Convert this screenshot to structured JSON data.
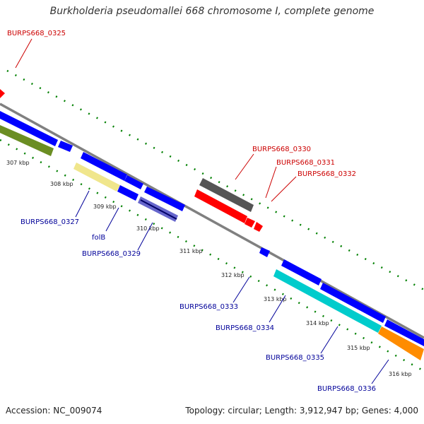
{
  "title": "Burkholderia pseudomallei 668 chromosome I, complete genome",
  "footer": {
    "accession": "Accession: NC_009074",
    "summary": "Topology: circular; Length: 3,912,947 bp; Genes: 4,000"
  },
  "colors": {
    "backbone": "#808080",
    "gene_blue": "#0000ff",
    "gene_red": "#ff0000",
    "gene_green": "#6b8e23",
    "gene_yellow": "#f0e68c",
    "gene_gray": "#696969",
    "gene_cyan": "#00cccc",
    "gene_orange": "#ff8c00",
    "tick_green": "#008000",
    "label_red": "#cc0000",
    "label_blue": "#000099"
  },
  "kbp_ticks": [
    "307 kbp",
    "308 kbp",
    "309 kbp",
    "310 kbp",
    "311 kbp",
    "312 kbp",
    "313 kbp",
    "314 kbp",
    "315 kbp",
    "316 kbp"
  ],
  "gene_labels_top": [
    "BURPS668_0325",
    "BURPS668_0330",
    "BURPS668_0331",
    "BURPS668_0332"
  ],
  "gene_labels_bottom": [
    "BURPS668_0327",
    "folB",
    "BURPS668_0329",
    "BURPS668_0333",
    "BURPS668_0334",
    "BURPS668_0335",
    "BURPS668_0336"
  ]
}
